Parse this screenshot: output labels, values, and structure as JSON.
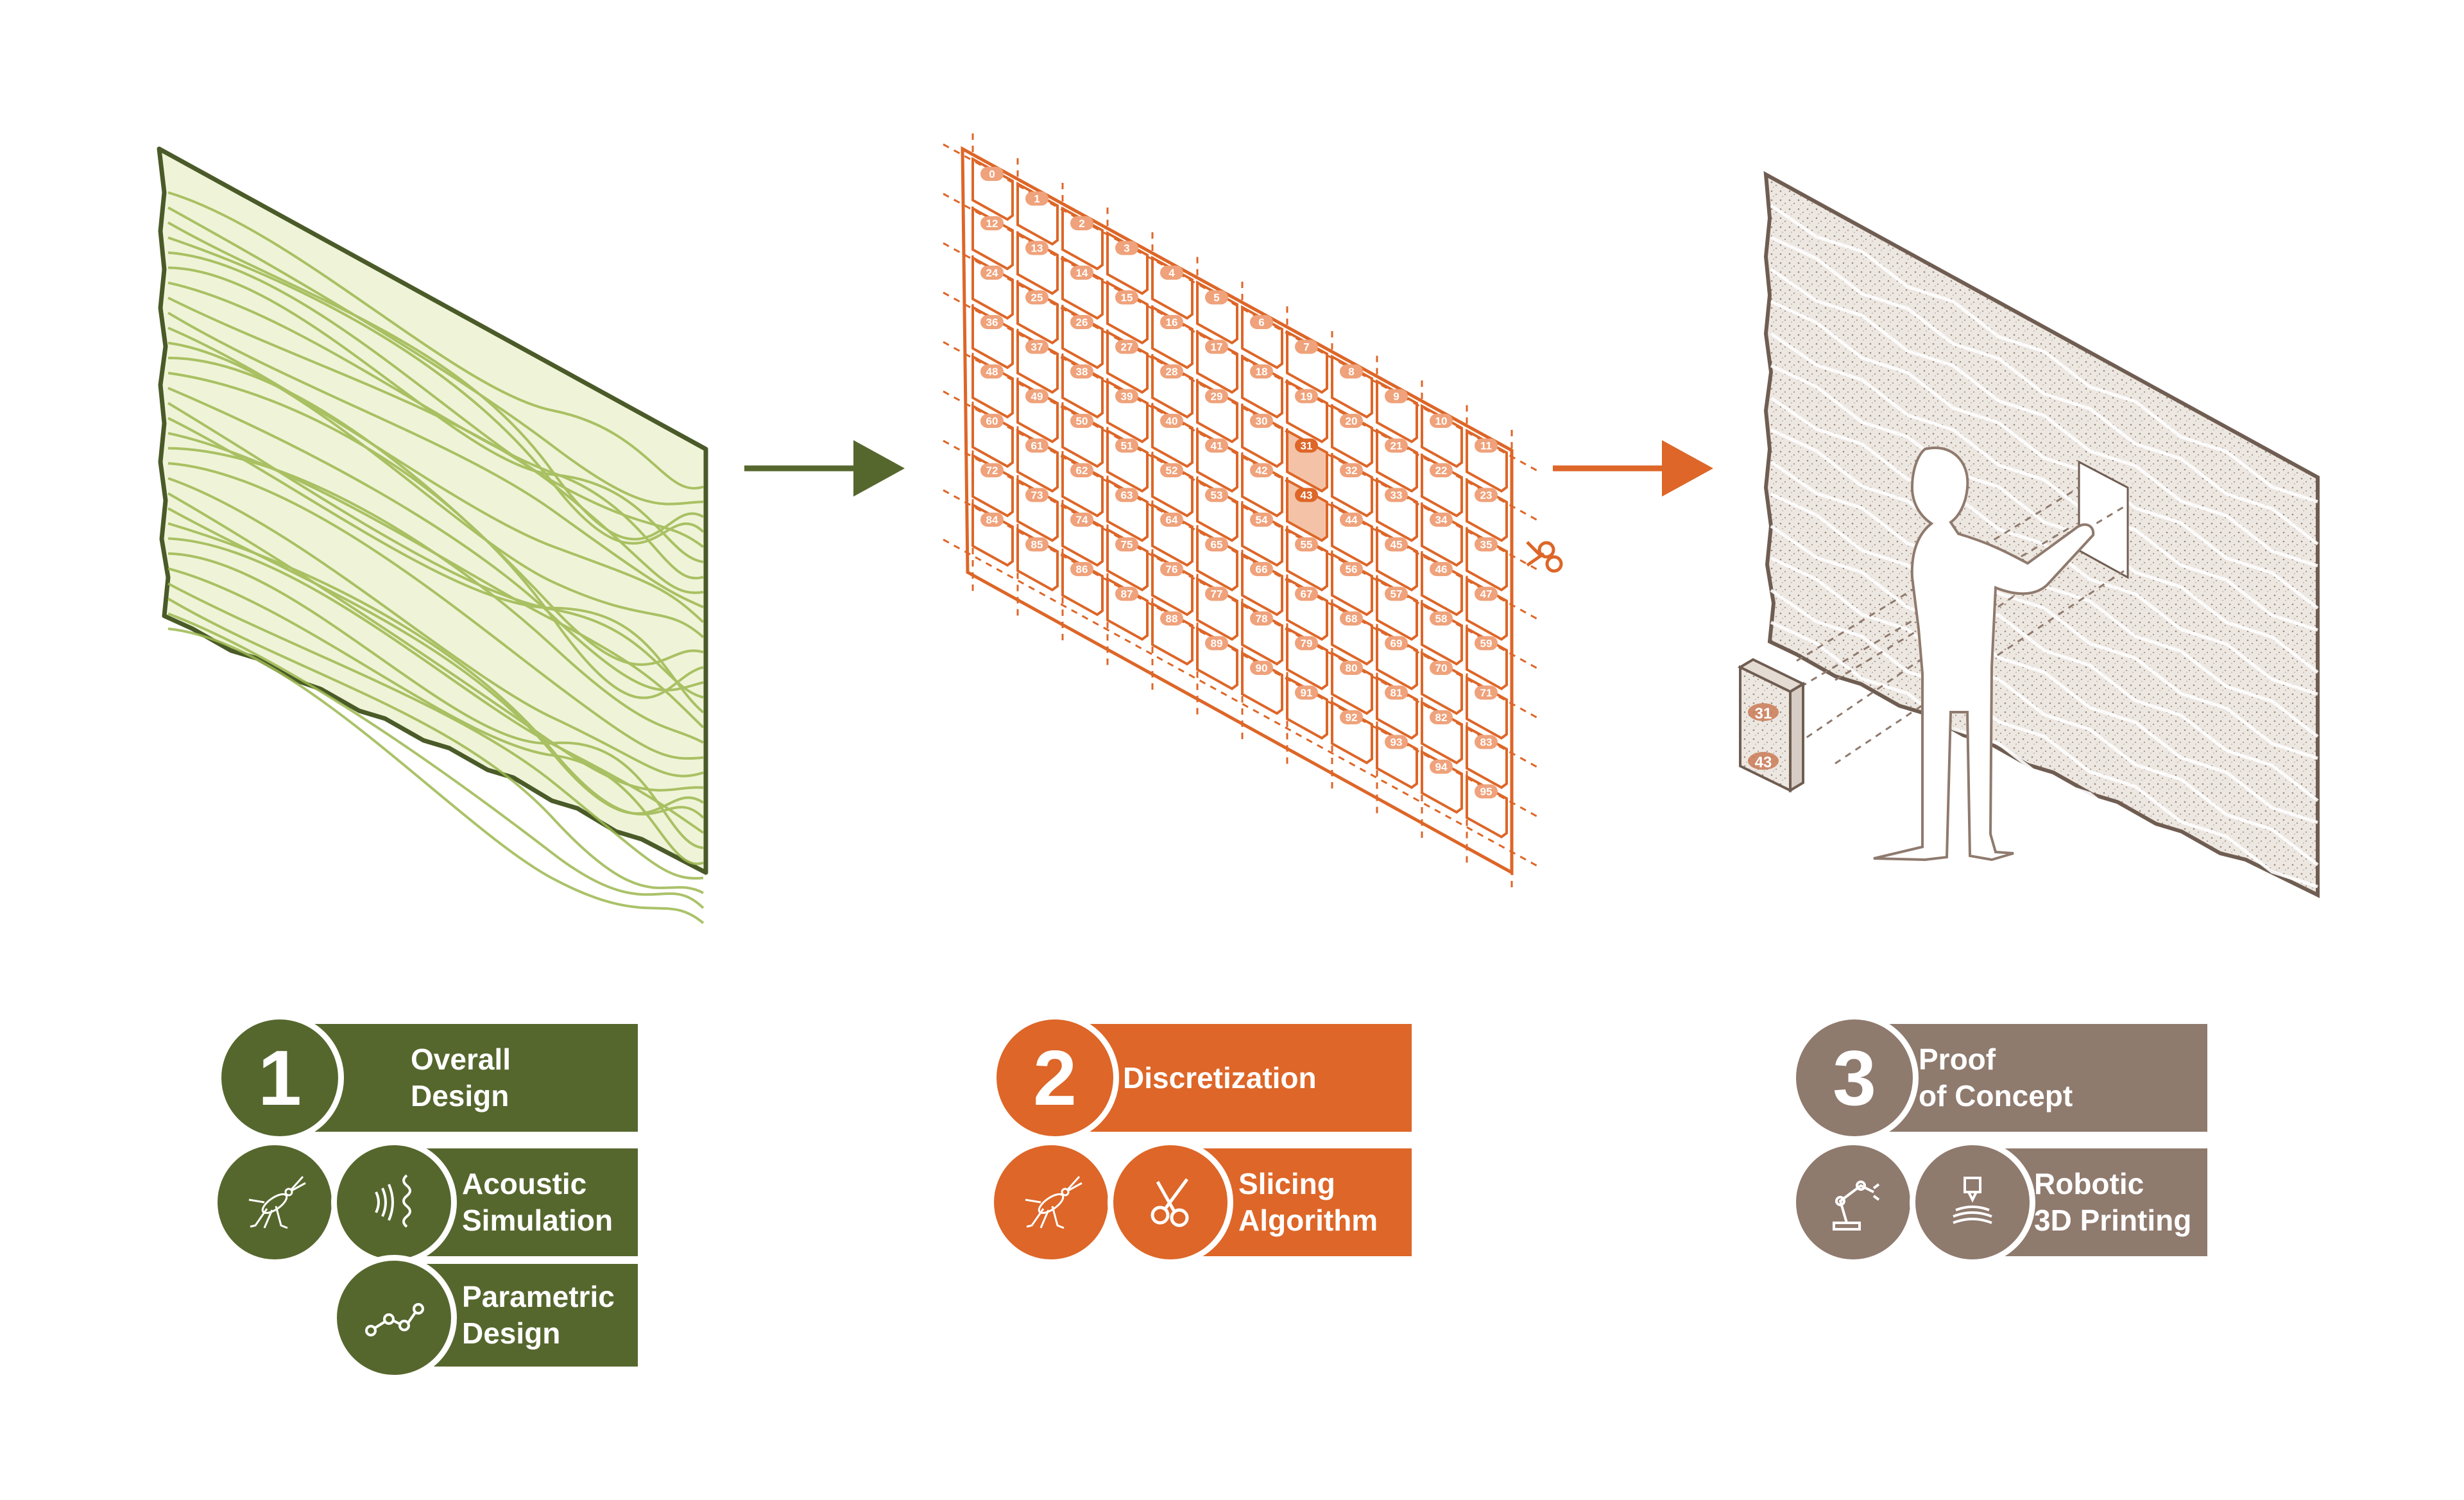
{
  "colors": {
    "green": "#56672e",
    "orange": "#dd6628",
    "brown": "#8f7a6e",
    "wall_green_fill": "#eff4d8",
    "wall_green_line": "#9db84f",
    "wall_brown_fill": "#ece6e0"
  },
  "steps": [
    {
      "number": "1",
      "title_line1": "Overall",
      "title_line2": "Design",
      "sub": [
        {
          "icon": "cricket-icon"
        },
        {
          "icon": "sound-wave-icon",
          "line1": "Acoustic",
          "line2": "Simulation"
        },
        {
          "icon": "node-graph-icon",
          "line1": "Parametric",
          "line2": "Design"
        }
      ]
    },
    {
      "number": "2",
      "title_line1": "Discretization",
      "sub": [
        {
          "icon": "cricket-icon"
        },
        {
          "icon": "scissors-icon",
          "line1": "Slicing",
          "line2": "Algorithm"
        }
      ]
    },
    {
      "number": "3",
      "title_line1": "Proof",
      "title_line2": "of Concept",
      "sub": [
        {
          "icon": "robot-arm-icon"
        },
        {
          "icon": "3d-printer-icon",
          "line1": "Robotic",
          "line2": "3D Printing"
        }
      ]
    }
  ],
  "panel_grid": {
    "rows": 8,
    "cols": 12,
    "start": 0,
    "highlighted": [
      "31",
      "43"
    ]
  },
  "proof_labels": [
    "31",
    "43"
  ]
}
